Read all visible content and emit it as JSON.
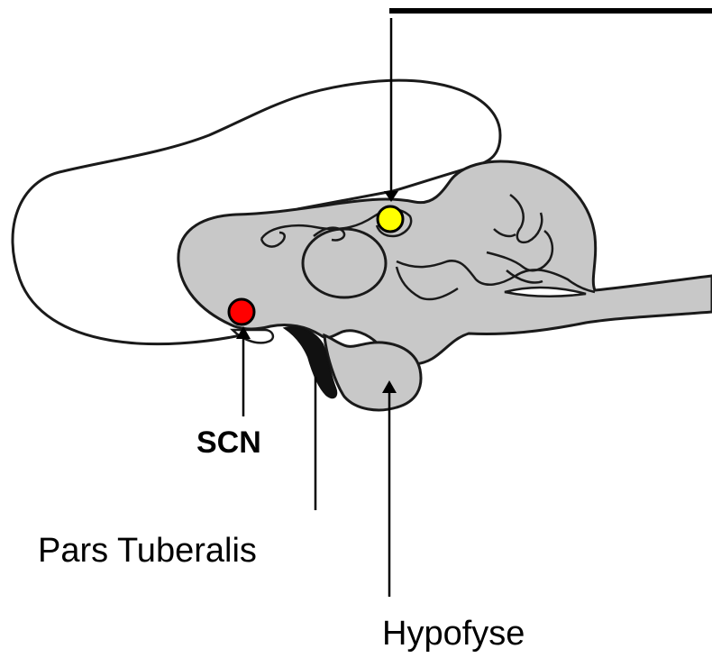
{
  "labels": {
    "scn": "SCN",
    "pars_tuberalis": "Pars Tuberalis",
    "hypofyse": "Hypofyse"
  },
  "colors": {
    "brain_fill": "#c8c8c8",
    "outline": "#1a1a1a",
    "pars_tuberalis_fill": "#111111",
    "scn_marker": "#ff0000",
    "pineal_marker": "#ffff00",
    "background": "#ffffff"
  }
}
